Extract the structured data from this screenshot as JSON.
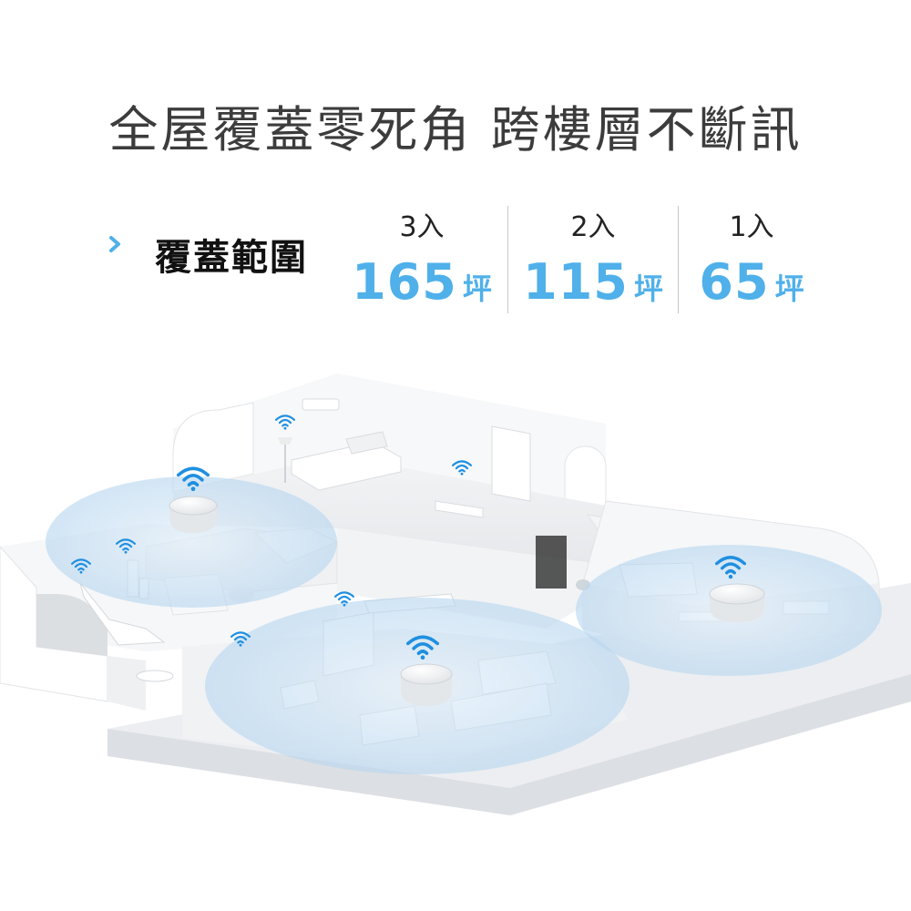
{
  "headline": "全屋覆蓋零死角 跨樓層不斷訊",
  "coverage": {
    "label": "覆蓋範圍",
    "packs": [
      {
        "qty": "3入",
        "area": "165",
        "unit": "坪"
      },
      {
        "qty": "2入",
        "area": "115",
        "unit": "坪"
      },
      {
        "qty": "1入",
        "area": "65",
        "unit": "坪"
      }
    ]
  },
  "colors": {
    "accent": "#4fb0ea",
    "coverage_zone": "#c9e1f4",
    "wifi_icon": "#1f8fe0"
  },
  "icons": [
    "chevron-right-icon",
    "wifi-icon",
    "mesh-router-icon"
  ]
}
